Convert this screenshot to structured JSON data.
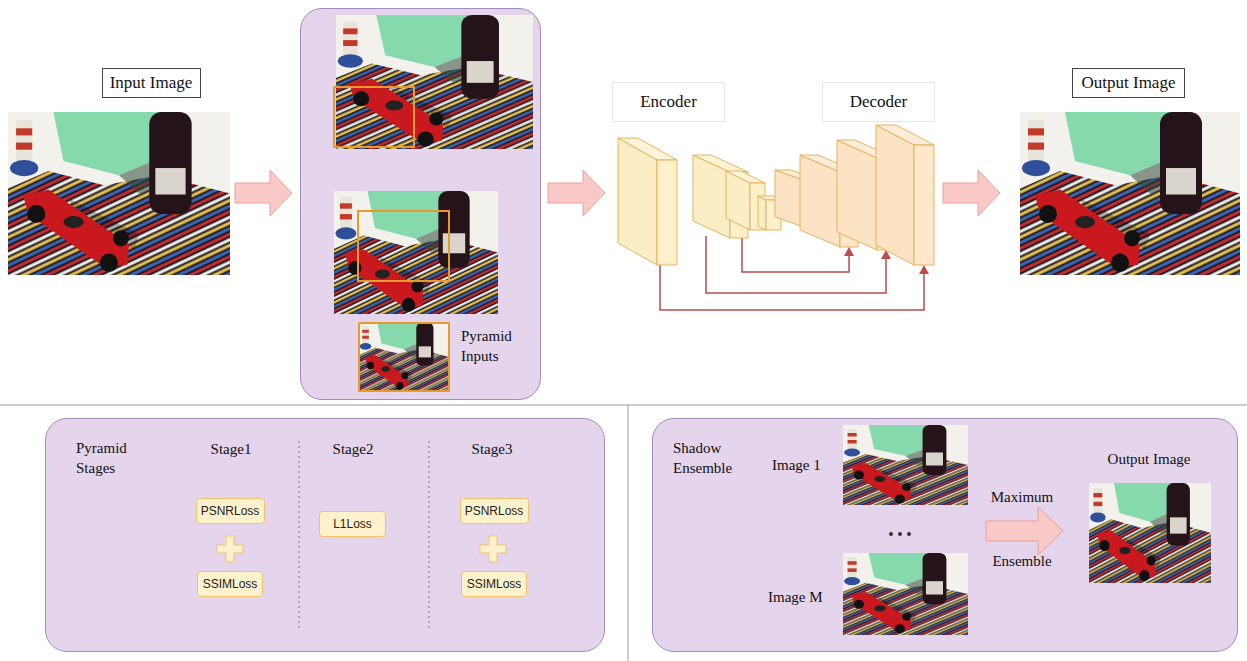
{
  "diagram": {
    "nodes": [
      {
        "text": [
          "Input Image"
        ]
      },
      {
        "text": [
          "Pyramid Inputs"
        ]
      },
      {
        "text": [
          "Encoder"
        ]
      },
      {
        "text": [
          "Decoder"
        ]
      },
      {
        "text": [
          "Output Image"
        ]
      },
      {
        "text": [
          "Pyramid Stages"
        ]
      },
      {
        "text": [
          "PSNRLoss"
        ],
        "in": 5
      },
      {
        "text": [
          "SSIMLoss"
        ],
        "in": 5
      },
      {
        "text": [
          "L1Loss"
        ],
        "in": 5
      },
      {
        "text": [
          "PSNRLoss"
        ],
        "in": 5
      },
      {
        "text": [
          "SSIMLoss"
        ],
        "in": 5
      },
      {
        "text": [
          "Shadow Ensemble"
        ]
      }
    ],
    "labels": [
      "Stage1",
      "Stage2",
      "Stage3",
      "Image 1",
      "Image M",
      "Maximum",
      "Ensemble",
      "Output Image"
    ]
  }
}
